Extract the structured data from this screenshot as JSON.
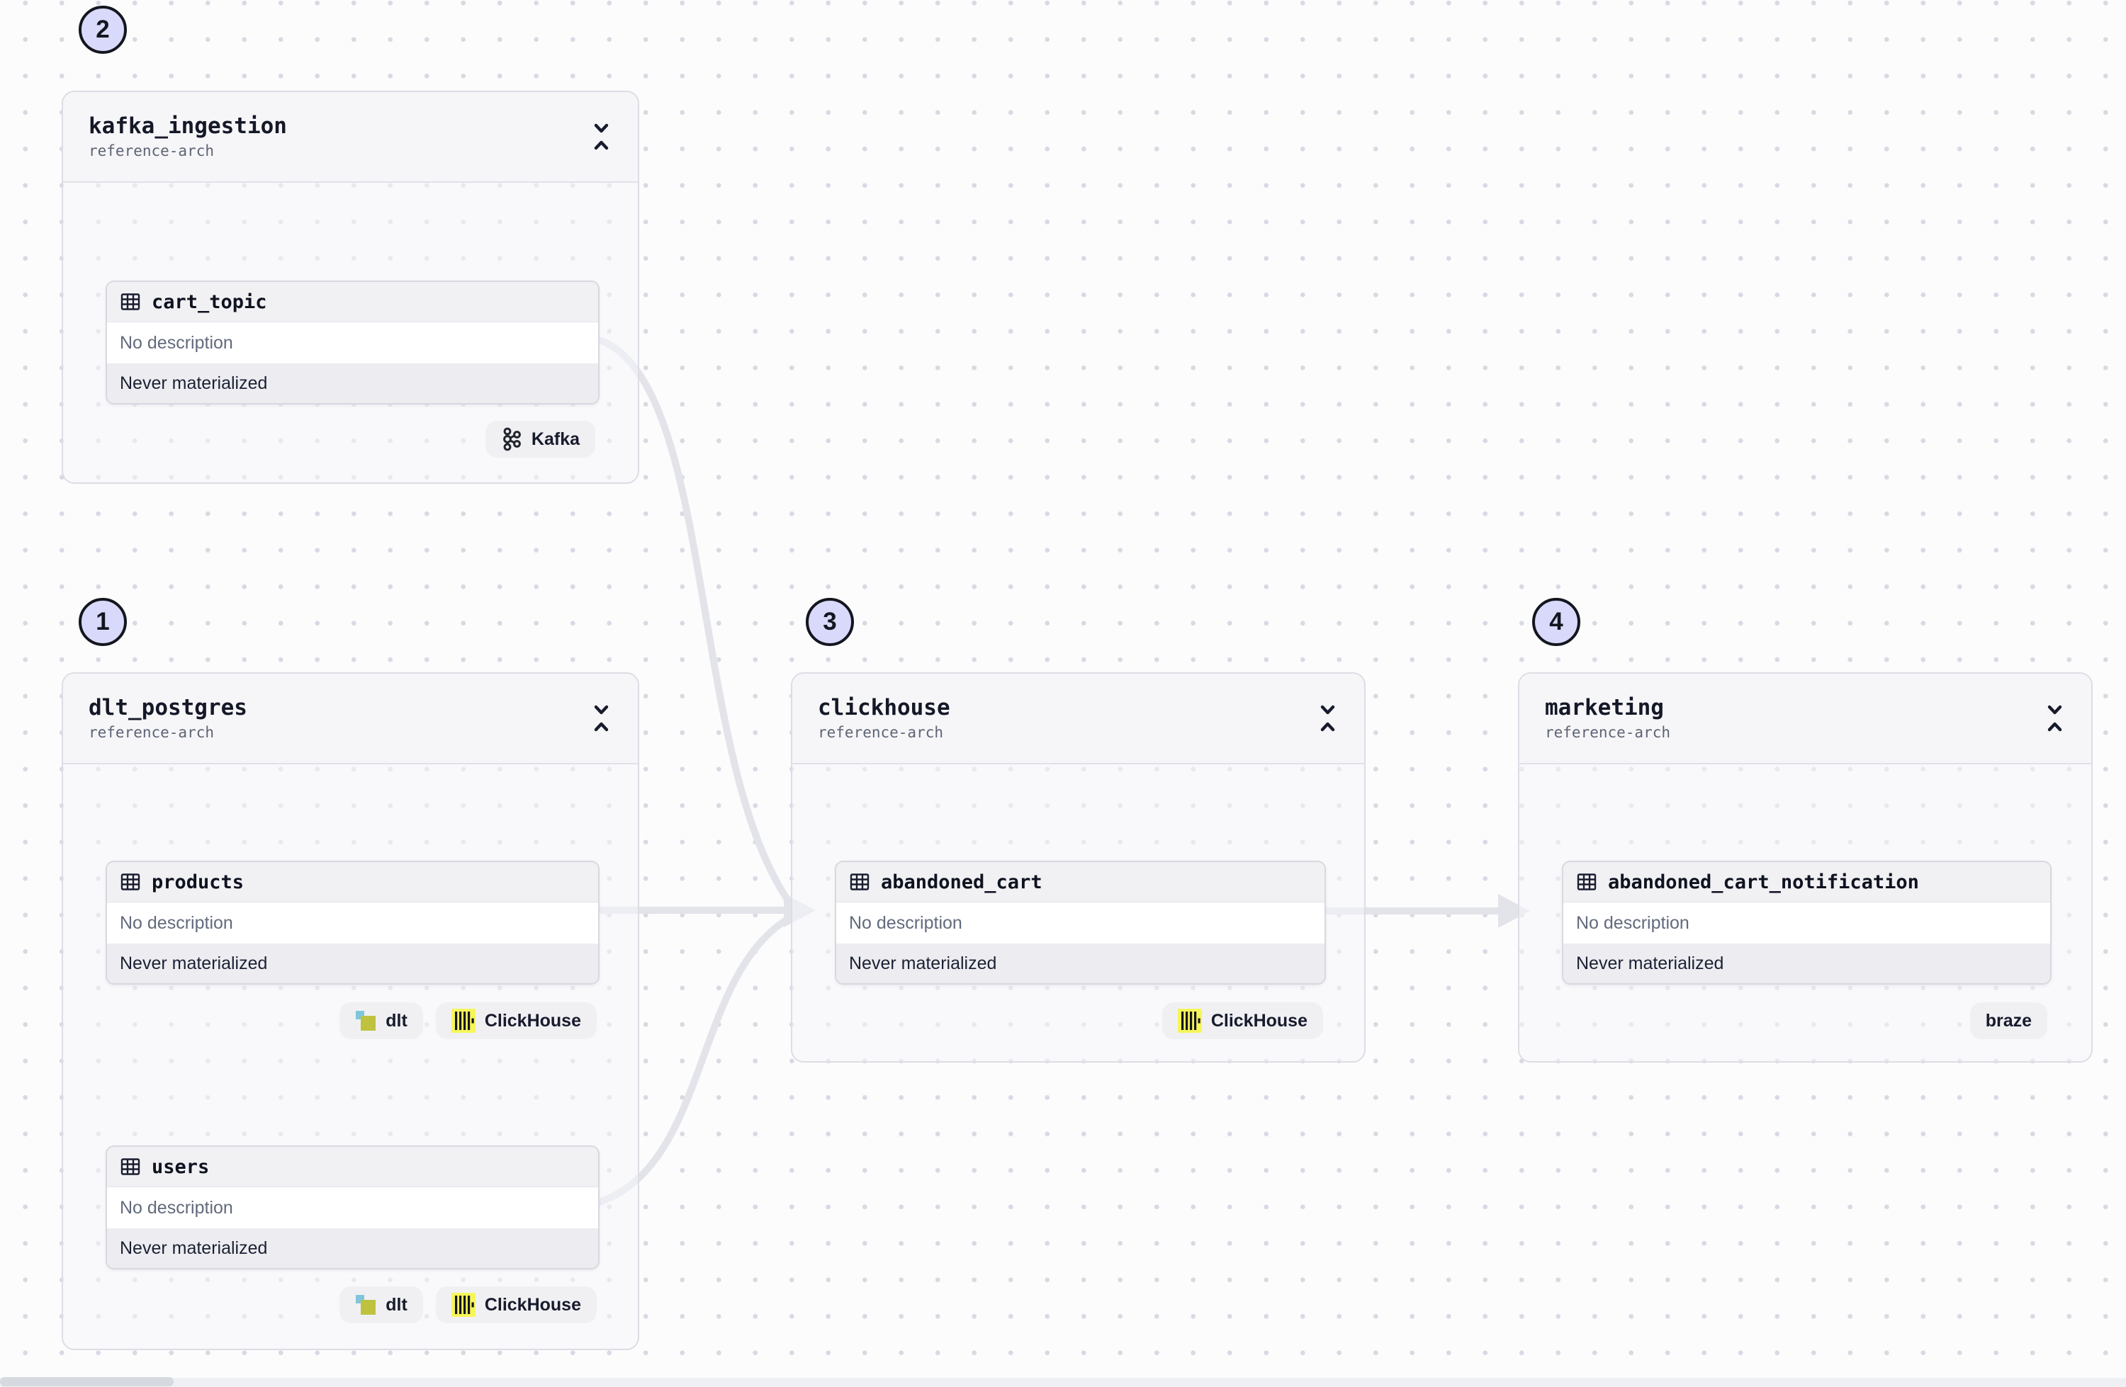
{
  "view": {
    "description": "Asset lineage graph canvas with grouped assets and dependency edges"
  },
  "colors": {
    "canvas_bg": "#fcfcfd",
    "dot": "#d8d9e2",
    "edge": "#e3e4ea",
    "group_bg": "#f6f6f8",
    "group_border": "#dcdde5",
    "card_header_bg": "#f1f1f4",
    "card_status_bg": "#ededf1",
    "tag_bg": "#f0f0f3",
    "number_badge_bg": "#d9dafb",
    "number_badge_border": "#14161f",
    "clickhouse_yellow": "#f6f65a",
    "dlt_teal": "#7fc6dd",
    "dlt_olive": "#bfc23f",
    "text_dark": "#141827",
    "text_gray": "#626a7c"
  },
  "icons": {
    "asset": "table-grid-icon",
    "collapse": "chevrons-collapse-icon",
    "kafka": "kafka-nodes-icon",
    "dlt": "dlt-squares-icon",
    "clickhouse": "clickhouse-bars-icon"
  },
  "groups": [
    {
      "number": "2",
      "title": "kafka_ingestion",
      "subtitle": "reference-arch",
      "assets": [
        {
          "name": "cart_topic",
          "description": "No description",
          "status": "Never materialized",
          "tags": [
            {
              "label": "Kafka",
              "icon": "kafka-icon"
            }
          ]
        }
      ]
    },
    {
      "number": "1",
      "title": "dlt_postgres",
      "subtitle": "reference-arch",
      "assets": [
        {
          "name": "products",
          "description": "No description",
          "status": "Never materialized",
          "tags": [
            {
              "label": "dlt",
              "icon": "dlt-icon"
            },
            {
              "label": "ClickHouse",
              "icon": "clickhouse-icon"
            }
          ]
        },
        {
          "name": "users",
          "description": "No description",
          "status": "Never materialized",
          "tags": [
            {
              "label": "dlt",
              "icon": "dlt-icon"
            },
            {
              "label": "ClickHouse",
              "icon": "clickhouse-icon"
            }
          ]
        }
      ]
    },
    {
      "number": "3",
      "title": "clickhouse",
      "subtitle": "reference-arch",
      "assets": [
        {
          "name": "abandoned_cart",
          "description": "No description",
          "status": "Never materialized",
          "tags": [
            {
              "label": "ClickHouse",
              "icon": "clickhouse-icon"
            }
          ]
        }
      ]
    },
    {
      "number": "4",
      "title": "marketing",
      "subtitle": "reference-arch",
      "assets": [
        {
          "name": "abandoned_cart_notification",
          "description": "No description",
          "status": "Never materialized",
          "tags": [
            {
              "label": "braze",
              "icon": null
            }
          ]
        }
      ]
    }
  ],
  "edges": [
    {
      "from": "cart_topic",
      "to": "abandoned_cart"
    },
    {
      "from": "products",
      "to": "abandoned_cart"
    },
    {
      "from": "users",
      "to": "abandoned_cart"
    },
    {
      "from": "abandoned_cart",
      "to": "abandoned_cart_notification"
    }
  ]
}
